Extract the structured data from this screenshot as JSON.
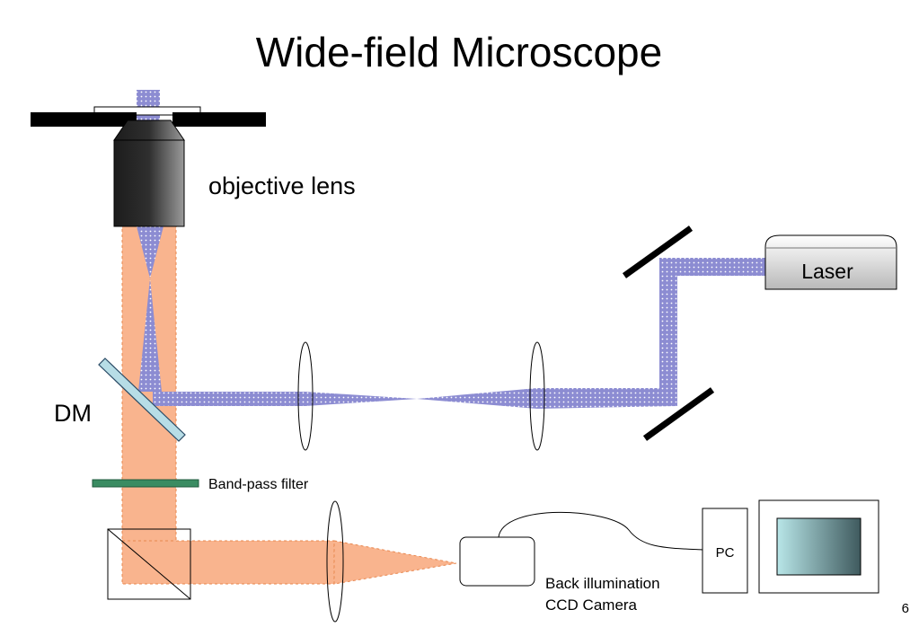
{
  "slide": {
    "title": "Wide-field Microscope",
    "page_number": "6"
  },
  "labels": {
    "objective_lens": "objective lens",
    "laser": "Laser",
    "dichroic_mirror": "DM",
    "band_pass_filter": "Band-pass filter",
    "pc": "PC",
    "camera_line1": "Back illumination",
    "camera_line2": "CCD Camera"
  },
  "colors": {
    "excitation_beam": "#8c8cd2",
    "emission_beam": "#f9b48e",
    "filter": "#3a8c62",
    "dichroic": "#b7dde6",
    "monitor_screen_start": "#b8e6e8",
    "monitor_screen_end": "#3f5a5e"
  }
}
